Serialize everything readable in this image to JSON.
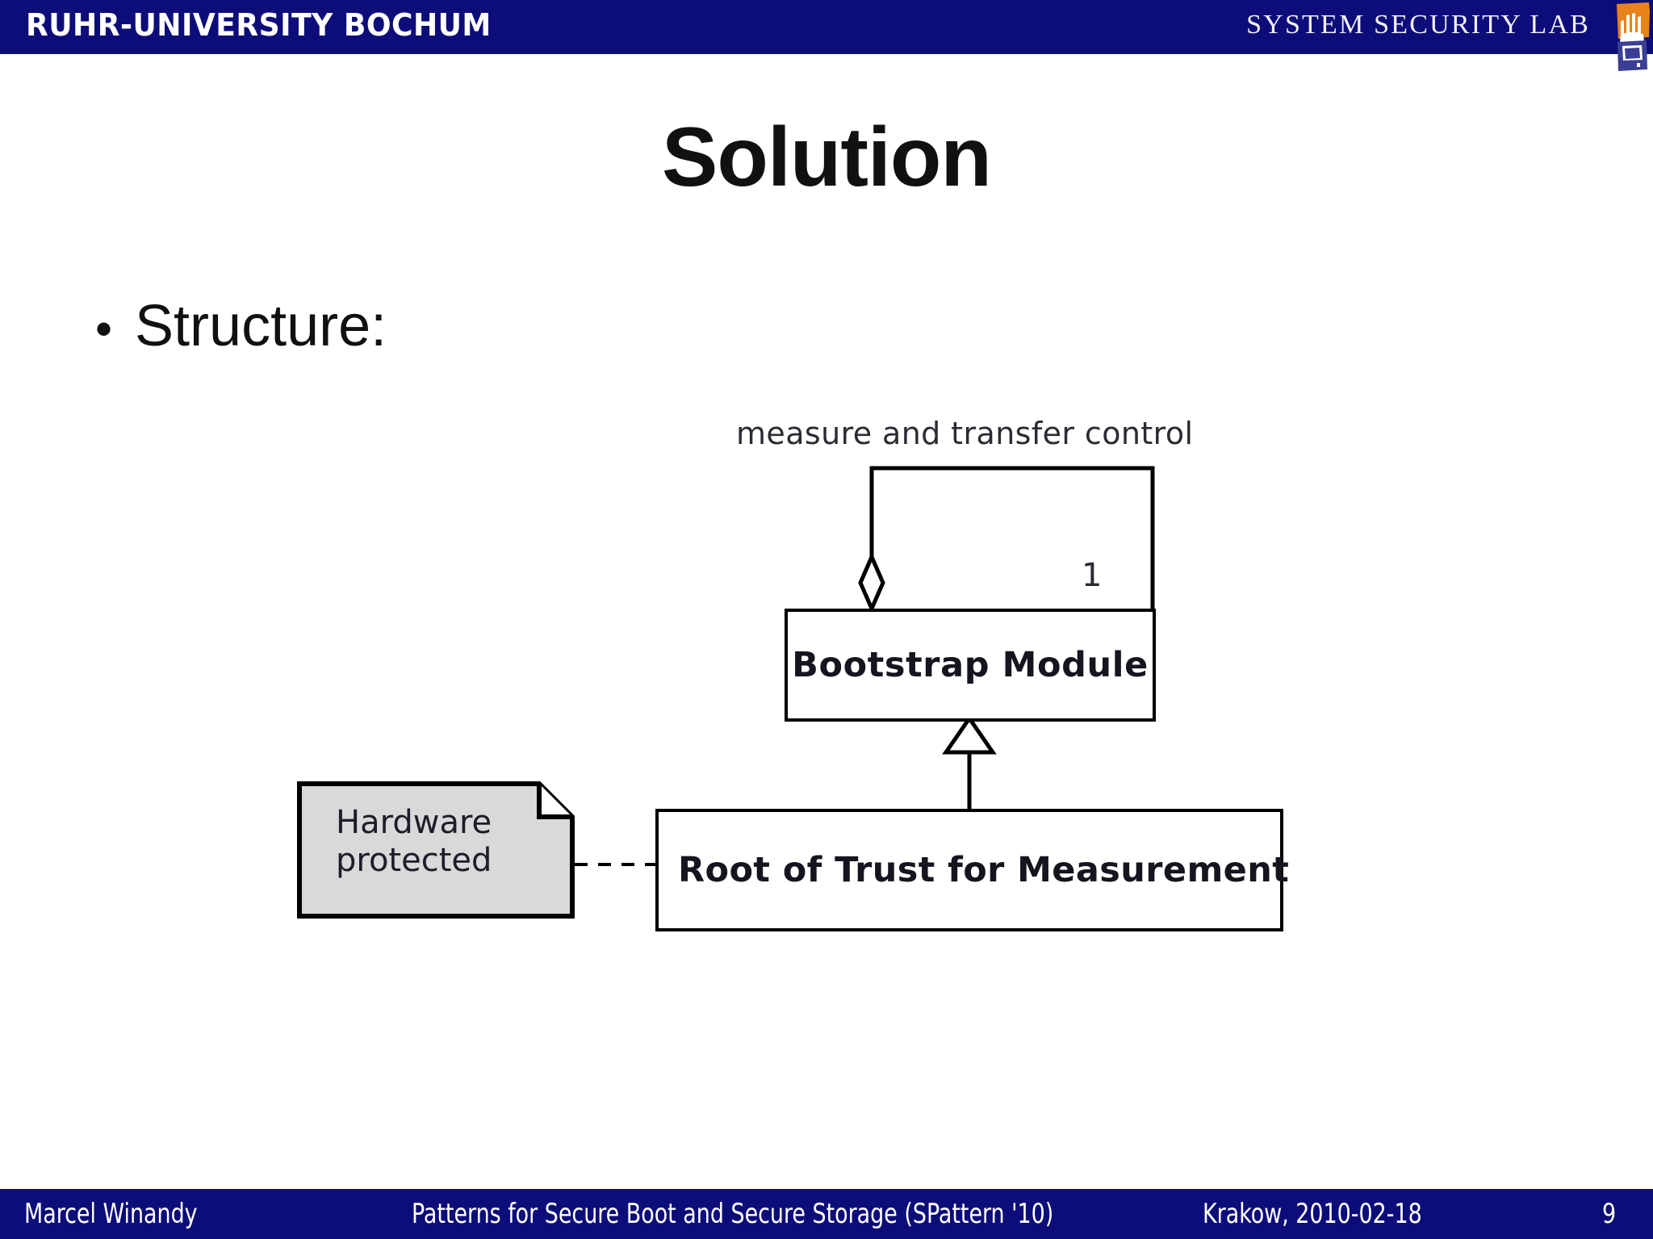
{
  "header": {
    "university": "RUHR-UNIVERSITY BOCHUM",
    "lab": "SYSTEM SECURITY LAB",
    "logo_icon": "rub-hand-logo-icon",
    "bar_color": "#0d0d7a"
  },
  "title": "Solution",
  "body": {
    "bullets": [
      {
        "marker": "•",
        "text": "Structure:"
      }
    ]
  },
  "diagram": {
    "type": "uml-class-diagram",
    "association_label": "measure and transfer control",
    "multiplicity": "1",
    "classes": [
      {
        "id": "bootstrap",
        "name": "Bootstrap Module"
      },
      {
        "id": "rotm",
        "name": "Root of Trust for Measurement"
      }
    ],
    "note": {
      "line1": "Hardware",
      "line2": "protected",
      "fill_color": "#d9d9d9"
    },
    "relations": [
      {
        "from": "bootstrap",
        "to": "bootstrap",
        "kind": "aggregation",
        "label": "measure and transfer control",
        "target_multiplicity": "1"
      },
      {
        "from": "rotm",
        "to": "bootstrap",
        "kind": "generalization"
      },
      {
        "from": "note",
        "to": "rotm",
        "kind": "note-anchor-dashed"
      }
    ]
  },
  "footer": {
    "author": "Marcel Winandy",
    "talk": "Patterns for Secure Boot and Secure Storage (SPattern '10)",
    "place_date": "Krakow, 2010-02-18",
    "page": "9",
    "bar_color": "#0d0d7a"
  }
}
